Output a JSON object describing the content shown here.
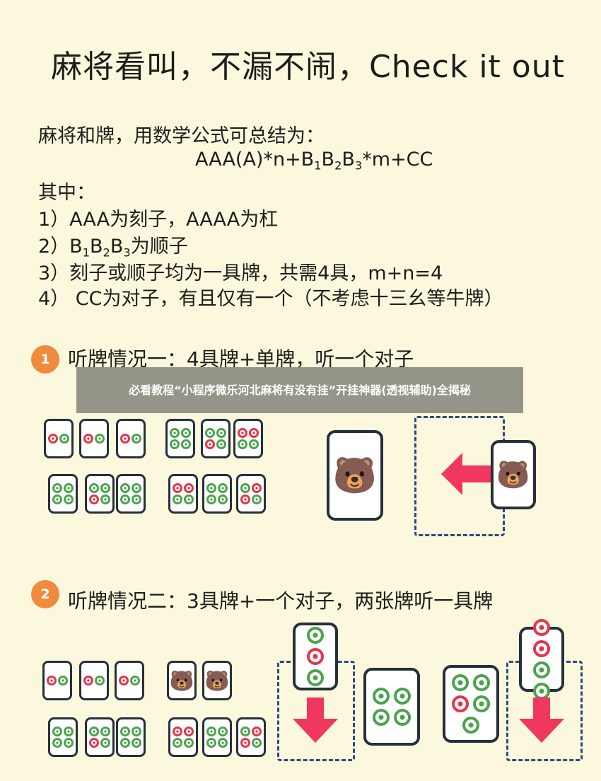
{
  "title": "麻将看叫，不漏不闹，Check it out",
  "intro": {
    "line1": "麻将和牌，用数学公式可总结为：",
    "formula_a": "AAA(A)*n+B",
    "formula_b": "*m+CC",
    "sub1": "1",
    "sub2": "2",
    "sub3": "3",
    "where": "其中：",
    "r1": "1）AAA为刻子，AAAA为杠",
    "r2_pre": "2）B",
    "r2_post": "为顺子",
    "r3": "3）刻子或顺子均为一具牌，共需4具，m+n=4",
    "r4": "4） CC为对子，有且仅有一个（不考虑十三幺等牛牌）"
  },
  "case1": {
    "badge": "1",
    "text": "听牌情况一：4具牌+单牌，听一个对子"
  },
  "case2": {
    "badge": "2",
    "text": "听牌情况二：3具牌+一个对子，两张牌听一具牌"
  },
  "banner": "必看教程“小程序微乐河北麻将有没有挂”开挂神器(透视辅助)全揭秘",
  "tile_icon": "cat-face-icon",
  "colors": {
    "green": "#4ba34c",
    "red": "#e3364b",
    "pink_arrow": "#f0385f",
    "badge": "#ef8a3e",
    "bg": "#fcf8dd"
  }
}
